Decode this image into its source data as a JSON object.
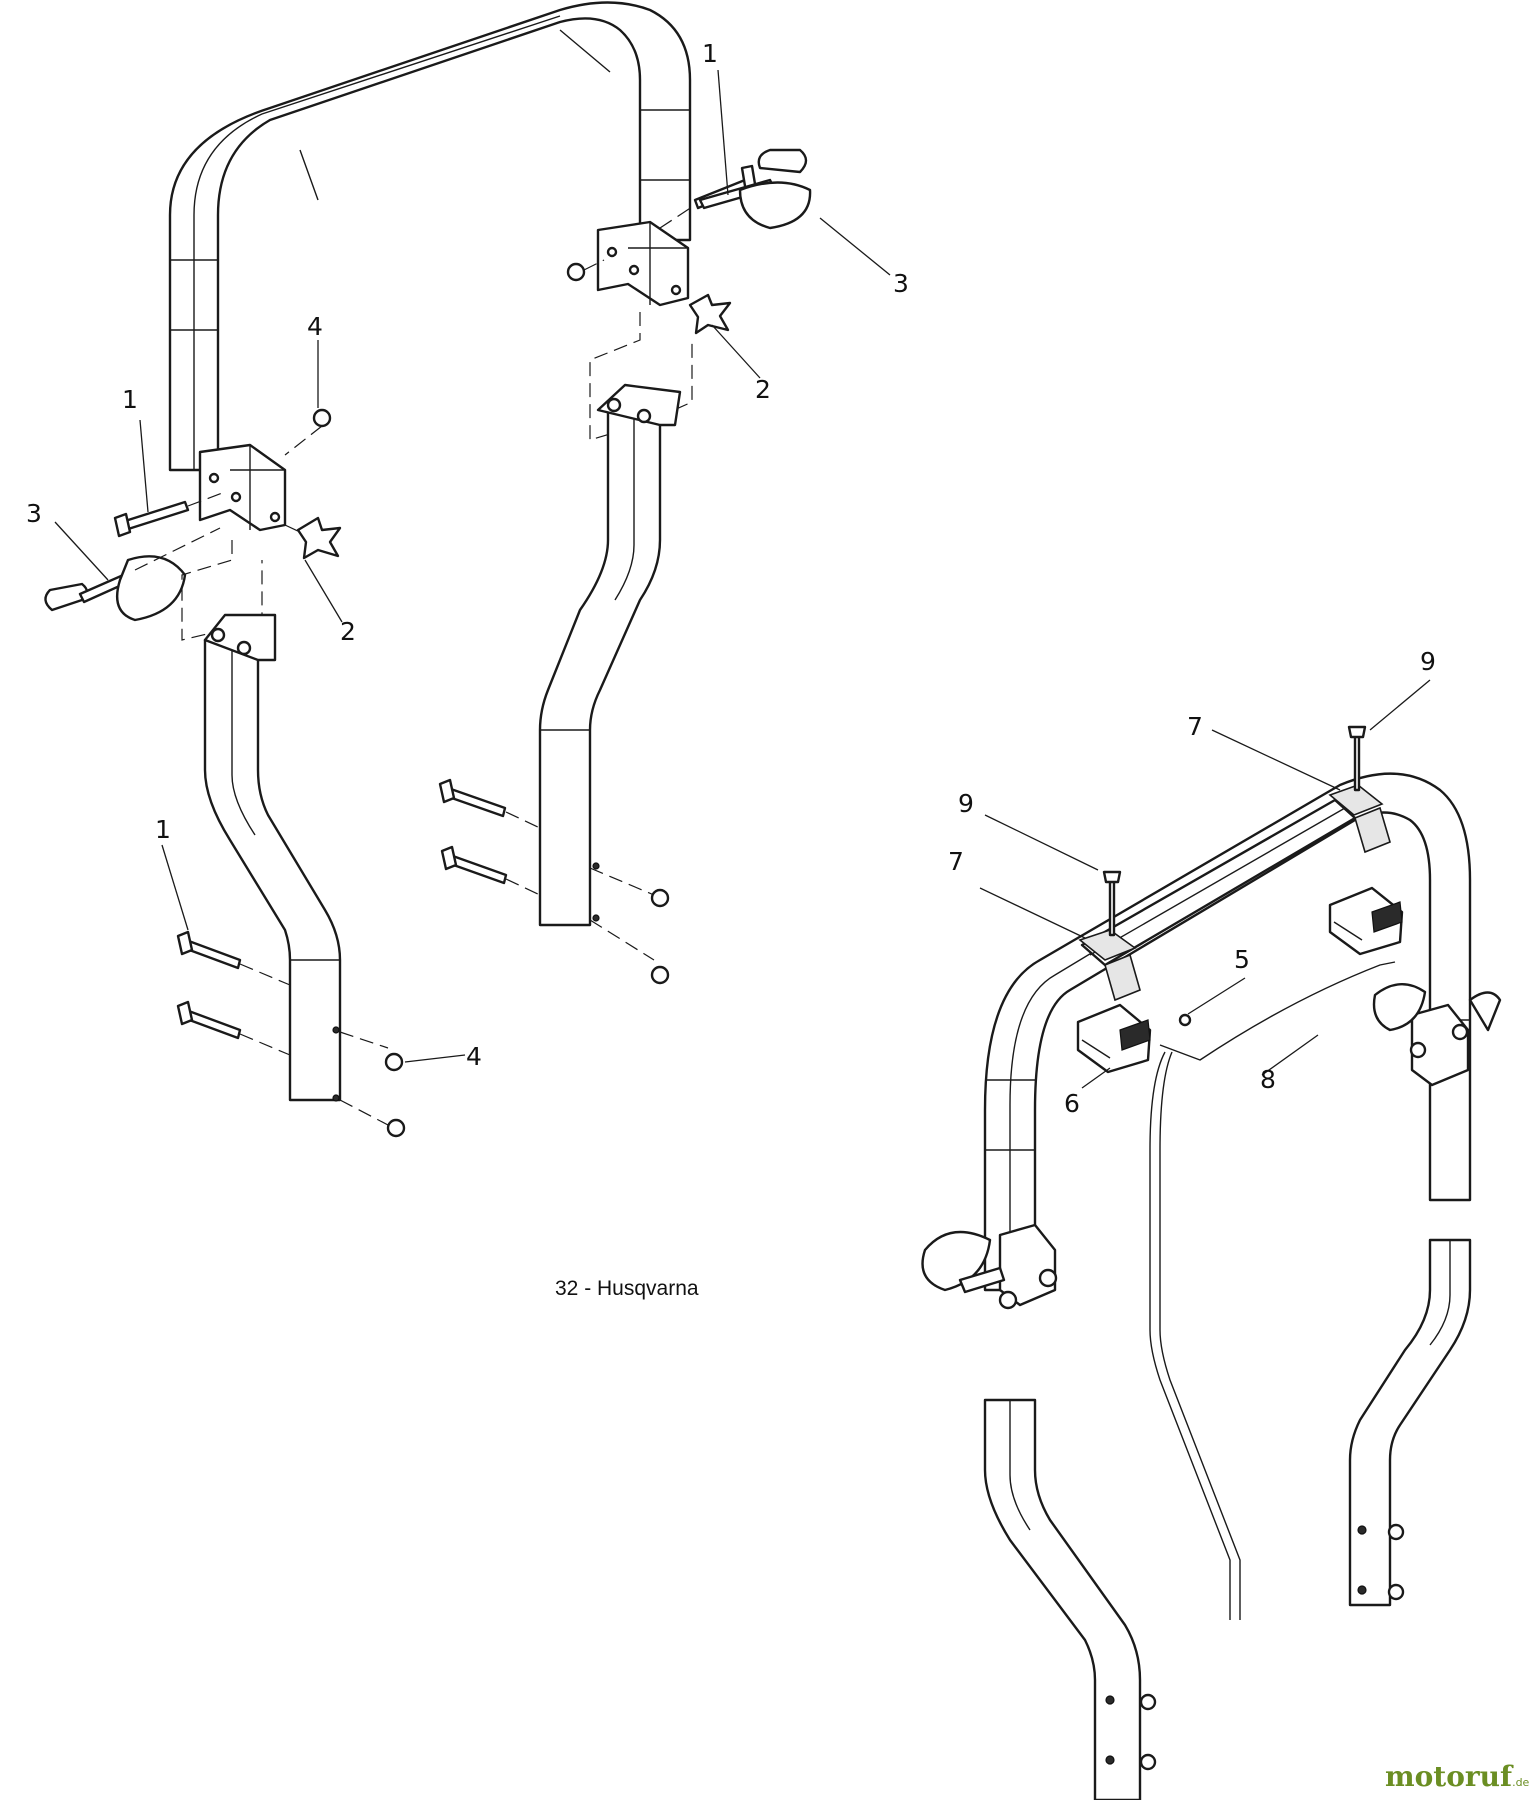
{
  "caption": "32 - Husqvarna",
  "callouts": {
    "a": "1",
    "b": "3",
    "c": "2",
    "d": "4",
    "e": "1",
    "f": "3",
    "g": "2",
    "h": "1",
    "i": "4",
    "j": "9",
    "k": "7",
    "l": "9",
    "m": "7",
    "n": "5",
    "o": "6",
    "p": "8"
  },
  "watermark": {
    "brand": "motoruf",
    "domain": ".de",
    "color": "#6b8e23"
  }
}
